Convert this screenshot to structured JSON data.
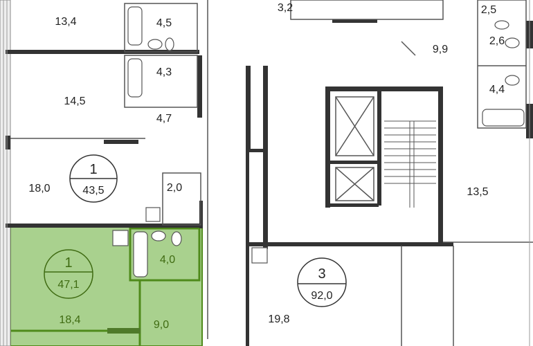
{
  "colors": {
    "highlight": "#a9d18e",
    "highlight_stroke": "#4f8a1b",
    "wall": "#333333",
    "text": "#222222",
    "highlight_text": "#3f6b12"
  },
  "rooms": {
    "r13_4": "13,4",
    "r4_5": "4,5",
    "r3_2": "3,2",
    "r2_5": "2,5",
    "r2_6": "2,6",
    "r9_9": "9,9",
    "r14_5": "14,5",
    "r4_3": "4,3",
    "r4_4": "4,4",
    "r4_7": "4,7",
    "r18_0": "18,0",
    "r2_0": "2,0",
    "r13_5": "13,5",
    "r4_0": "4,0",
    "r18_4": "18,4",
    "r9_0": "9,0",
    "r19_8": "19,8"
  },
  "apartments": [
    {
      "rooms": "1",
      "area": "43,5"
    },
    {
      "rooms": "1",
      "area": "47,1",
      "highlighted": true
    },
    {
      "rooms": "3",
      "area": "92,0"
    }
  ]
}
